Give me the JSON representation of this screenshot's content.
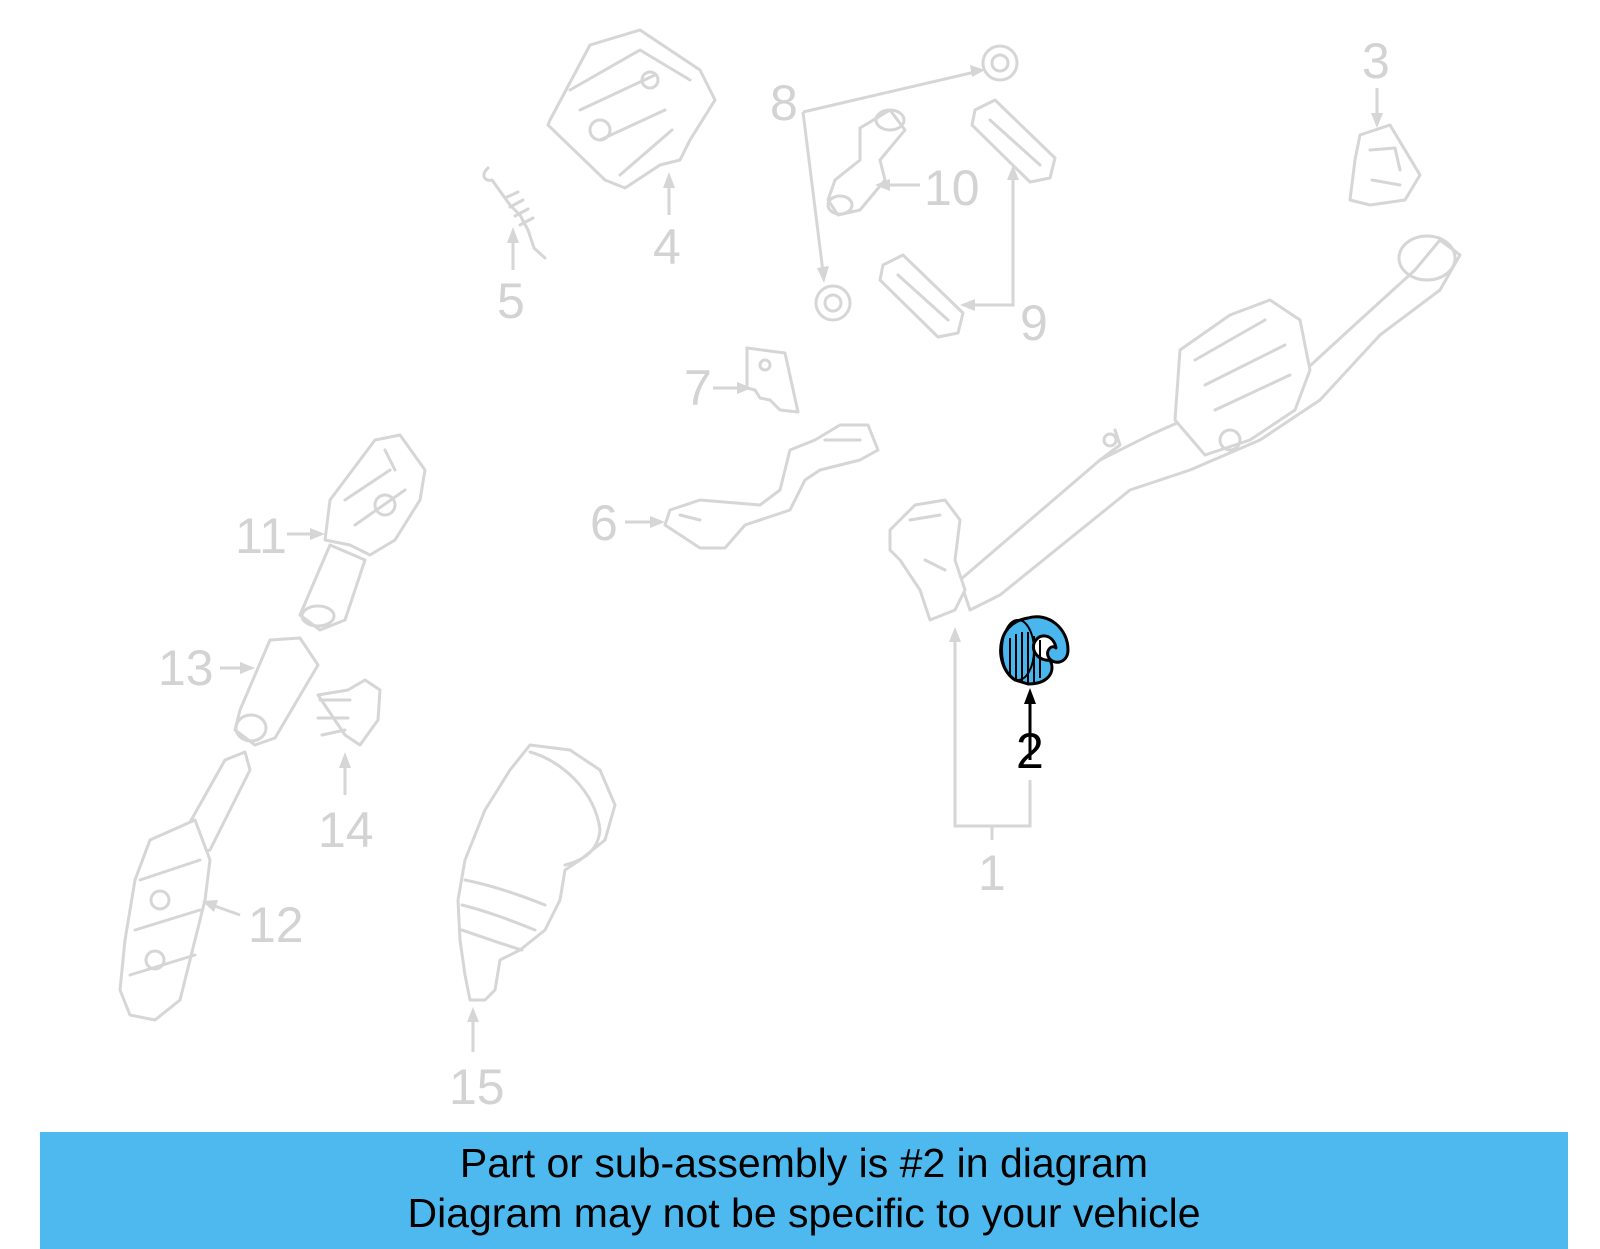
{
  "callouts": {
    "n1": "1",
    "n2": "2",
    "n3": "3",
    "n4": "4",
    "n5": "5",
    "n6": "6",
    "n7": "7",
    "n8": "8",
    "n9": "9",
    "n10": "10",
    "n11": "11",
    "n12": "12",
    "n13": "13",
    "n14": "14",
    "n15": "15"
  },
  "highlighted_part": "2",
  "colors": {
    "highlight_fill": "#4ab6ee",
    "banner_background": "#4db9ee",
    "faded_linework": "#d6d6d6"
  },
  "banner": {
    "line1": "Part or sub-assembly is #2 in diagram",
    "line2": "Diagram may not be specific to your vehicle"
  }
}
